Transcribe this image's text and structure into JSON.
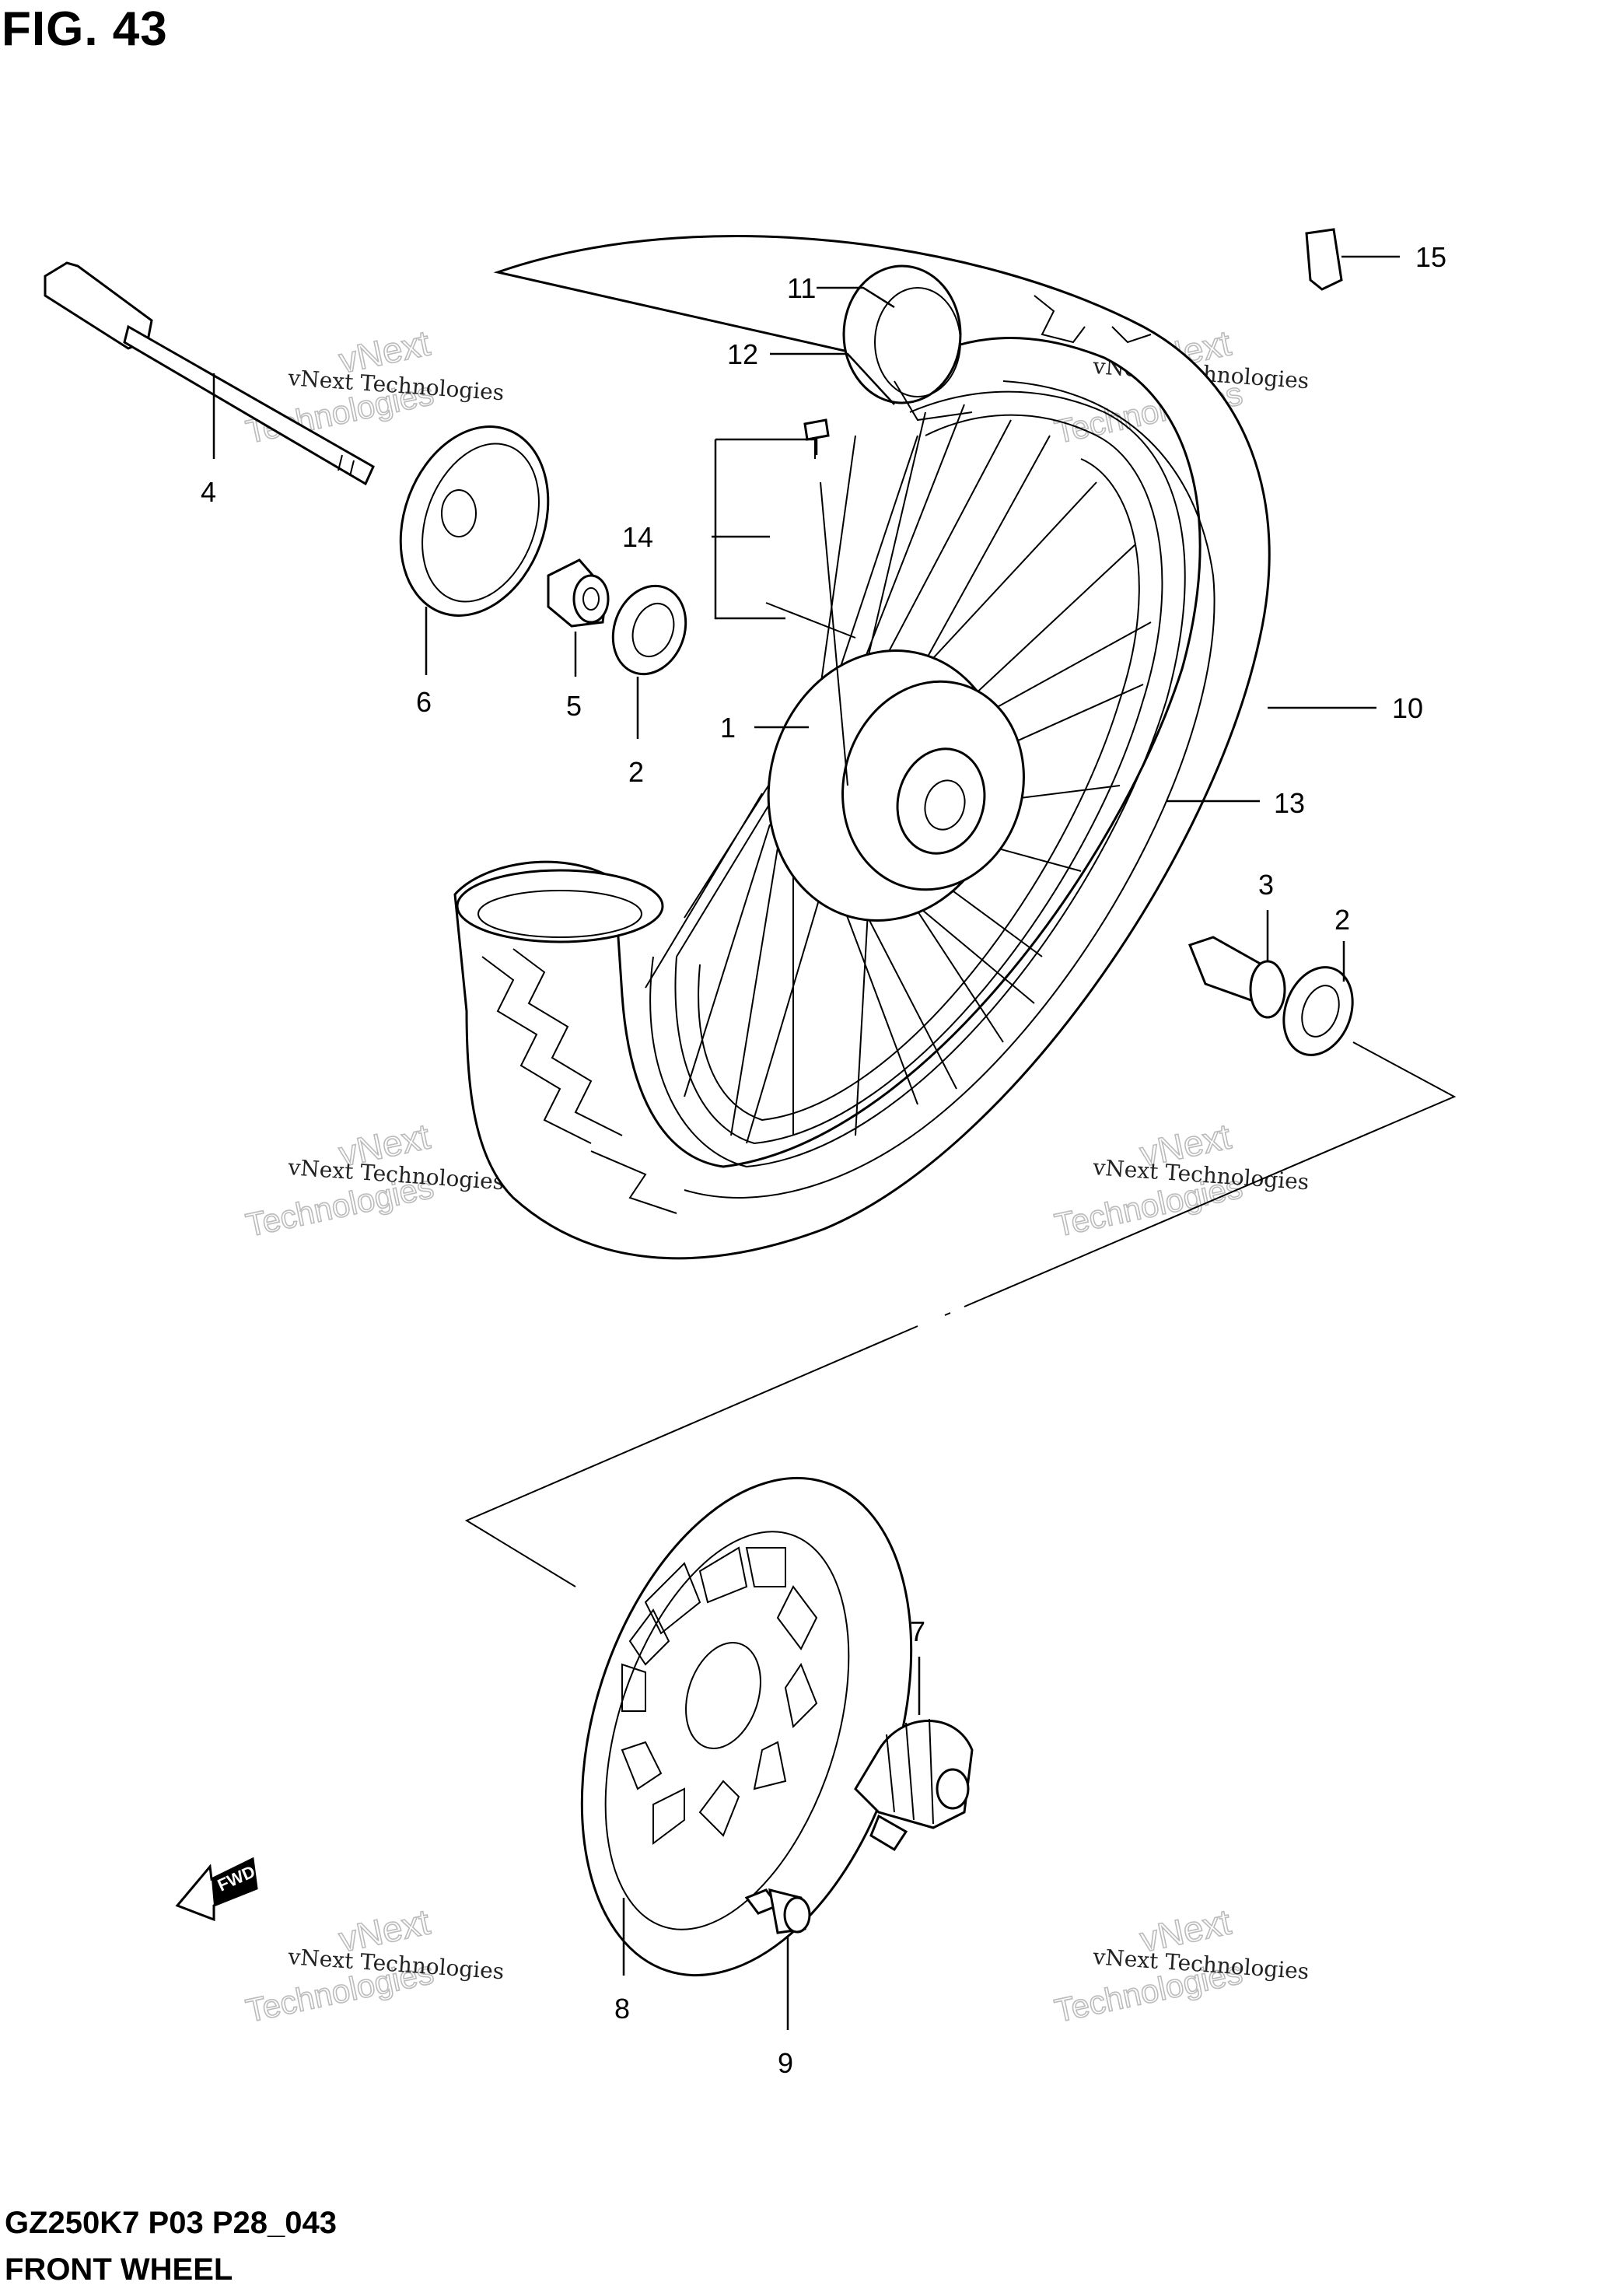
{
  "figure": {
    "title": "FIG. 43",
    "code": "GZ250K7 P03 P28_043",
    "subtitle": "FRONT WHEEL"
  },
  "callouts": [
    {
      "id": "c1",
      "text": "1"
    },
    {
      "id": "c2a",
      "text": "2"
    },
    {
      "id": "c2b",
      "text": "2"
    },
    {
      "id": "c3",
      "text": "3"
    },
    {
      "id": "c4",
      "text": "4"
    },
    {
      "id": "c5",
      "text": "5"
    },
    {
      "id": "c6",
      "text": "6"
    },
    {
      "id": "c7",
      "text": "7"
    },
    {
      "id": "c8",
      "text": "8"
    },
    {
      "id": "c9",
      "text": "9"
    },
    {
      "id": "c10",
      "text": "10"
    },
    {
      "id": "c11",
      "text": "11"
    },
    {
      "id": "c12",
      "text": "12"
    },
    {
      "id": "c13",
      "text": "13"
    },
    {
      "id": "c14",
      "text": "14"
    },
    {
      "id": "c15",
      "text": "15"
    }
  ],
  "watermark": {
    "line1": "vNext Technologies",
    "line2": "vNext",
    "line3": "Technologies"
  },
  "fwd_label": "FWD"
}
